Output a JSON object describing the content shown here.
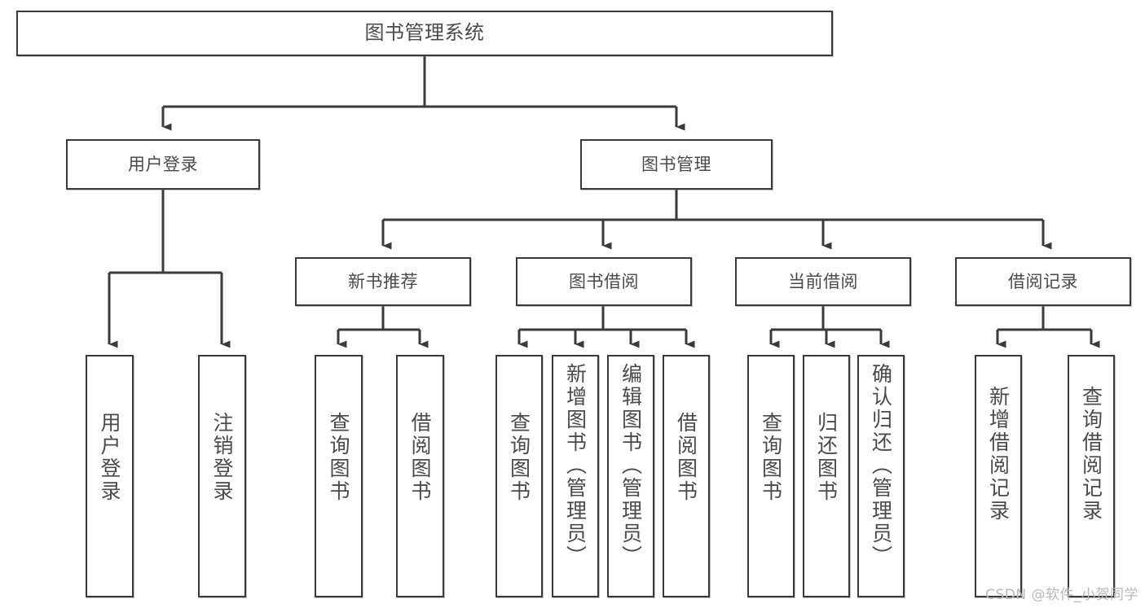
{
  "diagram": {
    "title": "图书管理系统",
    "type": "tree",
    "watermark": "CSDN @软件_小贺同学",
    "colors": {
      "box_border": "#3a3a3a",
      "box_fill": "#ffffff",
      "text": "#4a4a4a",
      "edge": "#3a3a3a",
      "watermark": "#b9b9b9",
      "background": "#ffffff"
    },
    "nodes": {
      "root": {
        "label": "图书管理系统"
      },
      "level1": [
        {
          "id": "user-login",
          "label": "用户登录"
        },
        {
          "id": "book-management",
          "label": "图书管理"
        }
      ],
      "level2": [
        {
          "id": "new-book-recommend",
          "label": "新书推荐"
        },
        {
          "id": "book-borrow",
          "label": "图书借阅"
        },
        {
          "id": "current-borrow",
          "label": "当前借阅"
        },
        {
          "id": "borrow-record",
          "label": "借阅记录"
        }
      ],
      "leaves": [
        {
          "id": "leaf-user-login",
          "label": "用户登录",
          "parent": "user-login"
        },
        {
          "id": "leaf-user-logout",
          "label": "注销登录",
          "parent": "user-login"
        },
        {
          "id": "leaf-query-book-1",
          "label": "查询图书",
          "parent": "new-book-recommend"
        },
        {
          "id": "leaf-borrow-book-1",
          "label": "借阅图书",
          "parent": "new-book-recommend"
        },
        {
          "id": "leaf-query-book-2",
          "label": "查询图书",
          "parent": "book-borrow"
        },
        {
          "id": "leaf-add-book",
          "label": "新增图书（管理员）",
          "parent": "book-borrow"
        },
        {
          "id": "leaf-edit-book",
          "label": "编辑图书（管理员）",
          "parent": "book-borrow"
        },
        {
          "id": "leaf-borrow-book-2",
          "label": "借阅图书",
          "parent": "book-borrow"
        },
        {
          "id": "leaf-query-book-3",
          "label": "查询图书",
          "parent": "current-borrow"
        },
        {
          "id": "leaf-return-book",
          "label": "归还图书",
          "parent": "current-borrow"
        },
        {
          "id": "leaf-confirm-return",
          "label": "确认归还（管理员）",
          "parent": "current-borrow"
        },
        {
          "id": "leaf-add-record",
          "label": "新增借阅记录",
          "parent": "borrow-record"
        },
        {
          "id": "leaf-query-record",
          "label": "查询借阅记录",
          "parent": "borrow-record"
        }
      ]
    }
  }
}
